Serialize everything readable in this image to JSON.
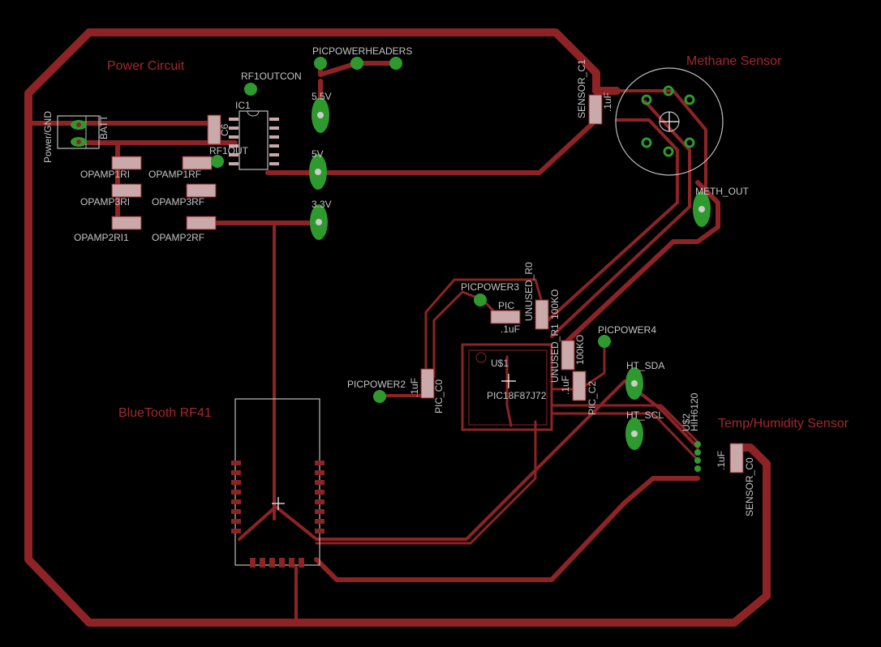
{
  "colors": {
    "background": "#000000",
    "trace": "#8e2326",
    "pad": "#2e9a2e",
    "silkscreen": "#c4c4c4",
    "section_label": "#a3282b"
  },
  "sections": {
    "power": "Power Circuit",
    "methane": "Methane Sensor",
    "bluetooth": "BlueTooth RF41",
    "temp_humidity": "Temp/Humidity Sensor"
  },
  "labels": {
    "picpowerheaders": "PICPOWERHEADERS",
    "rf1outcon": "RF1OUTCON",
    "ic1": "IC1",
    "v55": "5.5V",
    "rf1out": "RF1OUT",
    "v5": "5V",
    "v33": "3.3V",
    "opamp1ri": "OPAMP1RI",
    "opamp1rf": "OPAMP1RF",
    "opamp3ri": "OPAMP3RI",
    "opamp3rf": "OPAMP3RF",
    "opamp2ri1": "OPAMP2RI1",
    "opamp2rf": "OPAMP2RF",
    "power_gnd": "Power/GND",
    "batt": "BATT",
    "c6": "C6",
    "sensor_c1": "SENSOR_C1",
    "sensor_c1_val": ".1uF",
    "meth_out": "METH_OUT",
    "picpower3": "PICPOWER3",
    "pic": "PIC",
    "pic_val": ".1uF",
    "unused_r0": "UNUSED_R0",
    "unused_r0_val": "100KO",
    "unused_r1": "UNUSED_R1",
    "unused_r1_val": "100KO",
    "picpower4": "PICPOWER4",
    "u1": "U$1",
    "ht_sda": "HT_SDA",
    "pic18": "PIC18F87J72",
    "picpower2": "PICPOWER2",
    "pic_c0": "PIC_C0",
    "pic_c0_val": ".1uF",
    "pic_c2": "PIC_C2",
    "pic_c2_val": ".1uF",
    "ht_scl": "HT_SCL",
    "u2": "U$2",
    "hih6120": "HIH6120",
    "sensor_c0": "SENSOR_C0",
    "sensor_c0_val": ".1uF"
  }
}
